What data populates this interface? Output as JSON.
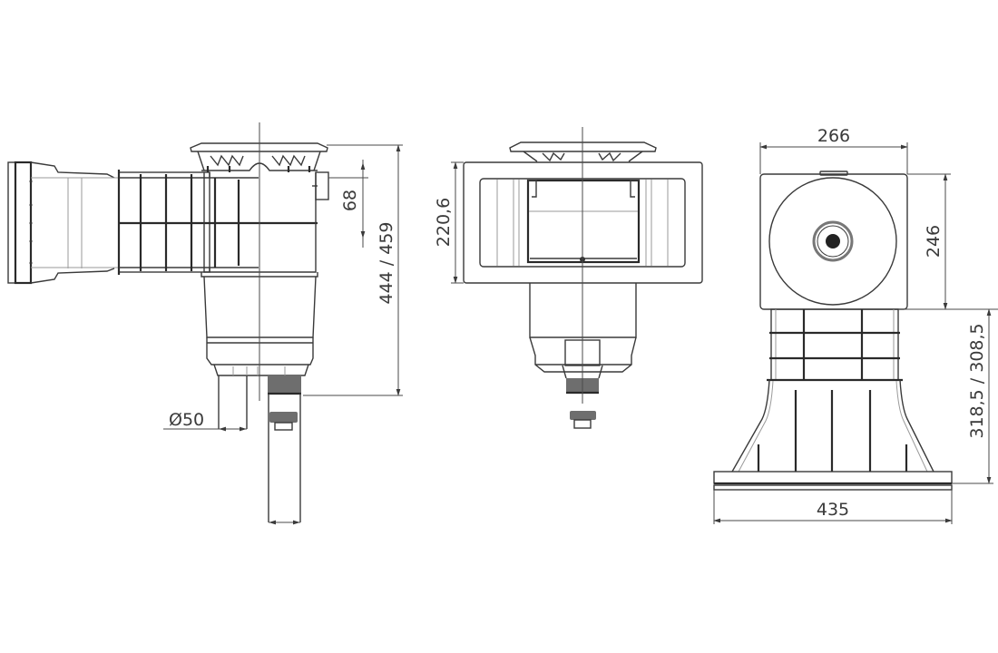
{
  "drawing": {
    "subject": "Pool skimmer – orthographic technical drawing",
    "background": "#ffffff",
    "line_color": "#3a3a3a",
    "fitting_color": "#6e6e6e",
    "views": [
      {
        "name": "side-view",
        "dimensions": {
          "overflow_height": "68",
          "total_height": "444 / 459",
          "pipe_diameter": "Ø50"
        }
      },
      {
        "name": "front-view",
        "dimensions": {
          "opening_height": "220,6"
        }
      },
      {
        "name": "rear-view",
        "dimensions": {
          "body_width": "266",
          "body_height": "246",
          "base_height": "318,5 / 308,5",
          "base_width": "435"
        }
      }
    ]
  }
}
